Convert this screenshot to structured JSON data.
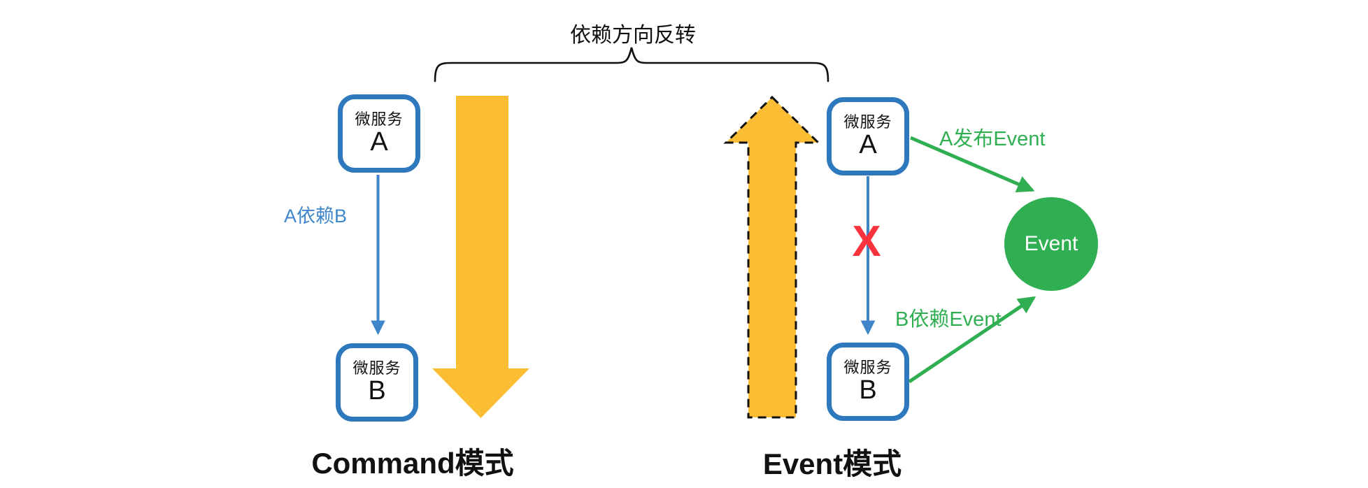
{
  "colors": {
    "blue": "#2E79BE",
    "blue_light": "#3E86C9",
    "yellow": "#FBBD33",
    "green": "#2FAF51",
    "red": "#F9333E",
    "ink": "#111111"
  },
  "header": {
    "brace_label": "依赖方向反转"
  },
  "command_side": {
    "service_a": {
      "type": "微服务",
      "name": "A"
    },
    "service_b": {
      "type": "微服务",
      "name": "B"
    },
    "dependency_label": "A依赖B",
    "caption": "Command模式"
  },
  "event_side": {
    "service_a": {
      "type": "微服务",
      "name": "A"
    },
    "service_b": {
      "type": "微服务",
      "name": "B"
    },
    "broken_dependency_mark": "X",
    "publish_label": "A发布Event",
    "subscribe_label": "B依赖Event",
    "event_node_label": "Event",
    "caption": "Event模式"
  }
}
